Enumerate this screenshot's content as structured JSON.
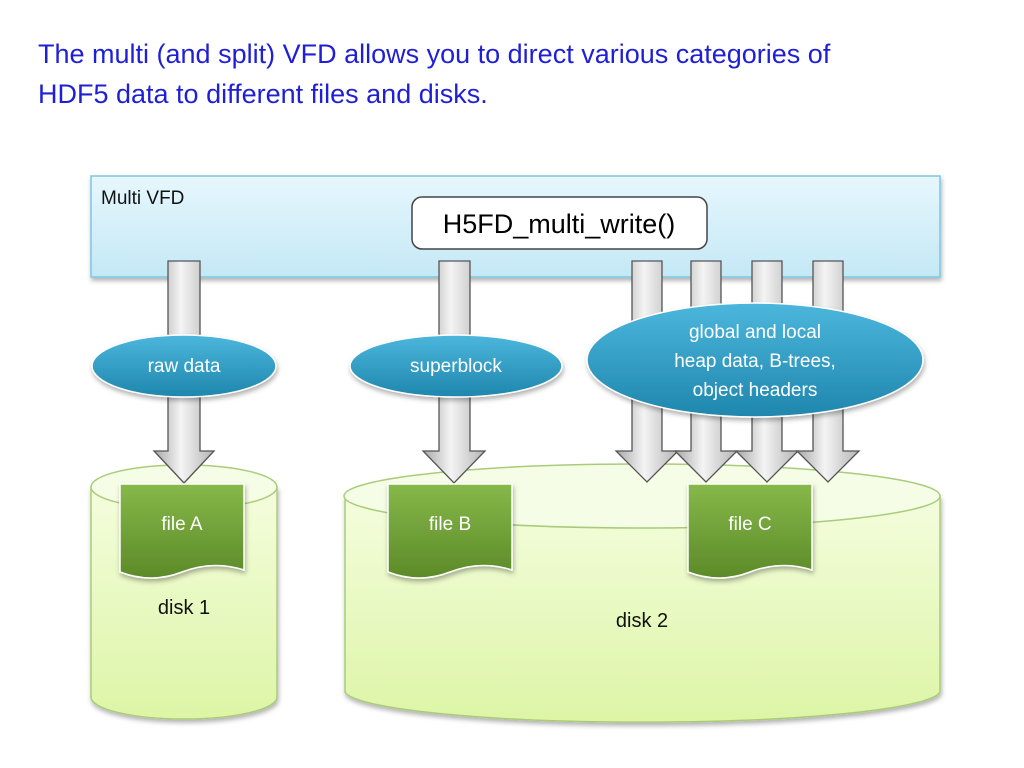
{
  "title": {
    "line1": "The multi (and split) VFD allows you to direct various categories of",
    "line2": "HDF5 data to different files and disks."
  },
  "multi_vfd": {
    "label": "Multi VFD",
    "function": "H5FD_multi_write()"
  },
  "categories": {
    "raw": "raw data",
    "superblock": "superblock",
    "global_line1": "global and local",
    "global_line2": "heap data, B-trees,",
    "global_line3": "object headers"
  },
  "files": {
    "a": "file A",
    "b": "file B",
    "c": "file C"
  },
  "disks": {
    "disk1": "disk 1",
    "disk2": "disk 2"
  },
  "colors": {
    "title": "#1f1fd6",
    "vfd_fill": "#d4effa",
    "vfd_border": "#7cc6e0",
    "ellipse": "#2c9bc4",
    "file": "#6f9e33",
    "disk_fill": "#e9f9c2",
    "disk_border": "#a9cc7a",
    "arrow": "#d0d0d0"
  }
}
